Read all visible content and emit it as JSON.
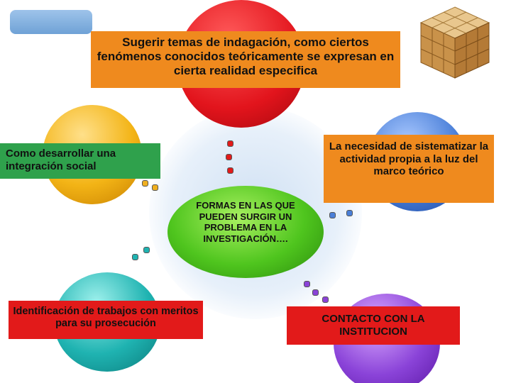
{
  "nodes": {
    "top": "Sugerir  temas de indagación, como ciertos fenómenos  conocidos teóricamente  se expresan en cierta realidad especifica",
    "left": "Como desarrollar una integración social",
    "right": "La necesidad de sistematizar  la actividad propia a la luz del marco teórico",
    "center": "FORMAS EN LAS QUE PUEDEN SURGIR UN PROBLEMA EN LA INVESTIGACIÓN….",
    "bottom_left": "Identificación de trabajos con meritos para su prosecución",
    "bottom_right": "CONTACTO CON LA INSTITUCION"
  },
  "colors": {
    "red": "#e21a1a",
    "orange": "#ef8a1e",
    "green": "#2fa14c",
    "yellow": "#f3b416",
    "blue": "#4a7fd8",
    "teal": "#1fb3b1",
    "purple": "#8a43d8",
    "center_green": "#4fc51e"
  }
}
